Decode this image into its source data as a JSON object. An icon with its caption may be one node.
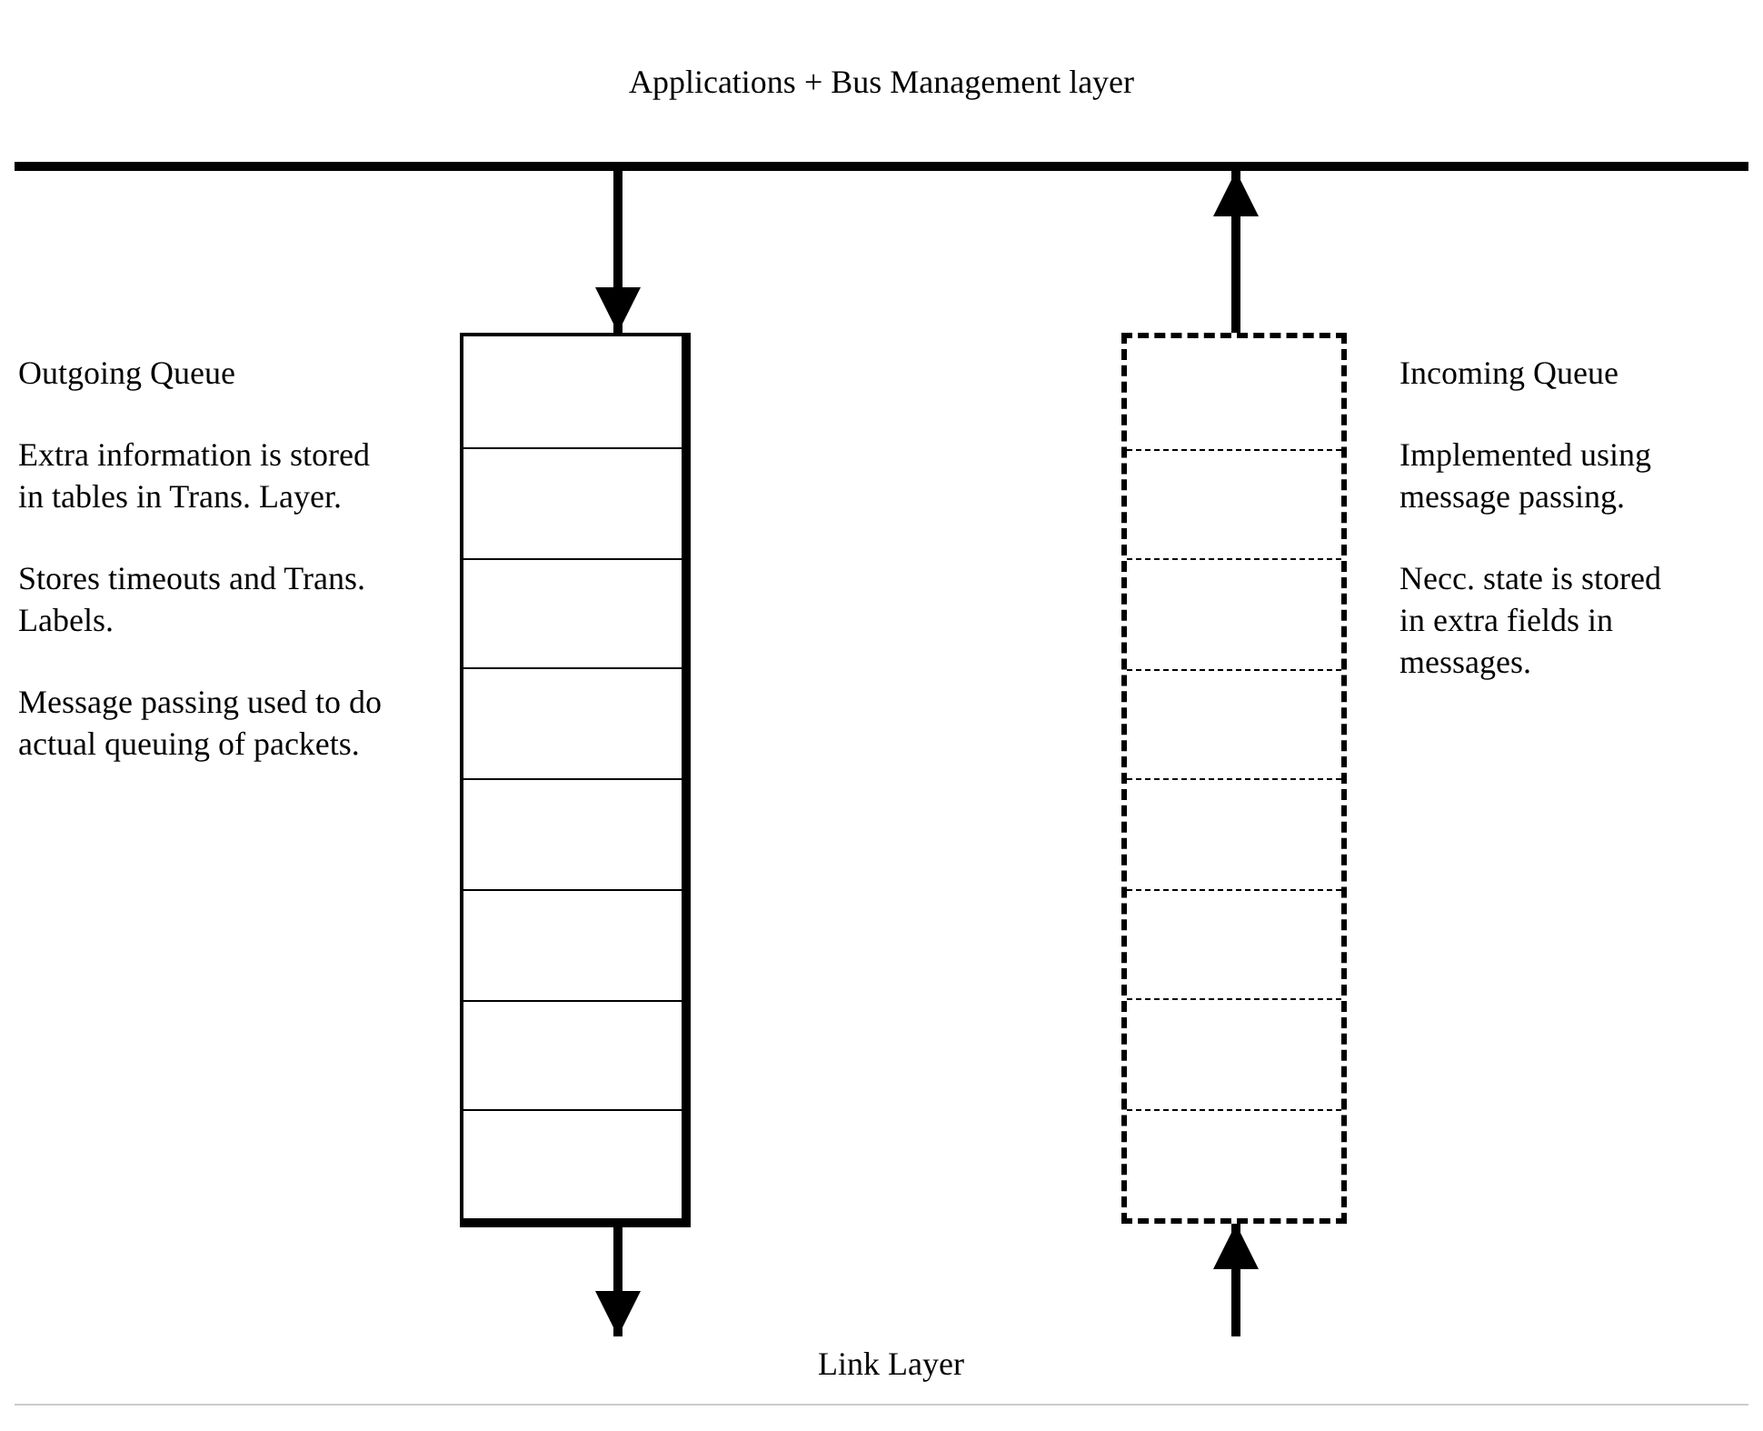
{
  "diagram": {
    "nodes": [
      {
        "text": [
          "Applications + Bus Management layer"
        ]
      },
      {
        "text": [],
        "shape": "box",
        "beside": [
          "Outgoing Queue",
          "Extra information is stored in tables in Trans. Layer.",
          "Stores timeouts and Trans. Labels.",
          "Message passing used to do actual queuing of packets."
        ]
      },
      {
        "text": [],
        "shape": "box",
        "beside": [
          "Incoming Queue",
          "Implemented using message passing.",
          "Necc. state is stored in extra fields in messages."
        ]
      },
      {
        "text": [
          "Link Layer"
        ]
      }
    ],
    "edges": [
      {
        "from": 0,
        "to": 1,
        "arrow": "to"
      },
      {
        "from": 1,
        "to": 3,
        "arrow": "to"
      },
      {
        "from": 3,
        "to": 2,
        "arrow": "to"
      },
      {
        "from": 2,
        "to": 0,
        "arrow": "to"
      }
    ]
  }
}
